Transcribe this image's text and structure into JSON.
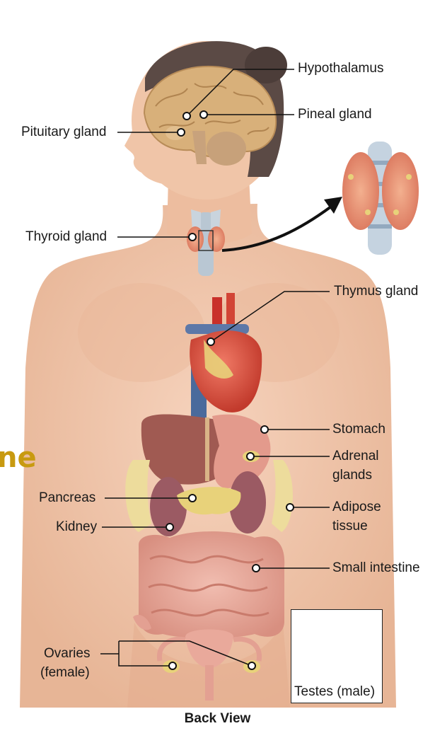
{
  "labels": {
    "hypothalamus": "Hypothalamus",
    "pineal": "Pineal gland",
    "pituitary": "Pituitary gland",
    "thyroid": "Thyroid gland",
    "thymus": "Thymus gland",
    "stomach": "Stomach",
    "adrenal_line1": "Adrenal",
    "adrenal_line2": "glands",
    "pancreas": "Pancreas",
    "kidney": "Kidney",
    "adipose_line1": "Adipose",
    "adipose_line2": "tissue",
    "small_intestine": "Small intestine",
    "ovaries_line1": "Ovaries",
    "ovaries_line2": "(female)",
    "testes": "Testes (male)"
  },
  "caption": "Back View",
  "fragment_text": "ne",
  "colors": {
    "skin": "#f2c7ac",
    "skin_shadow": "#d9a688",
    "hair": "#5b4a45",
    "brain": "#d8b07a",
    "heart": "#d9463a",
    "liver": "#a05a52",
    "intestine": "#e7a79a",
    "gland_yellow": "#e8d27a",
    "fragment": "#c89a10"
  }
}
